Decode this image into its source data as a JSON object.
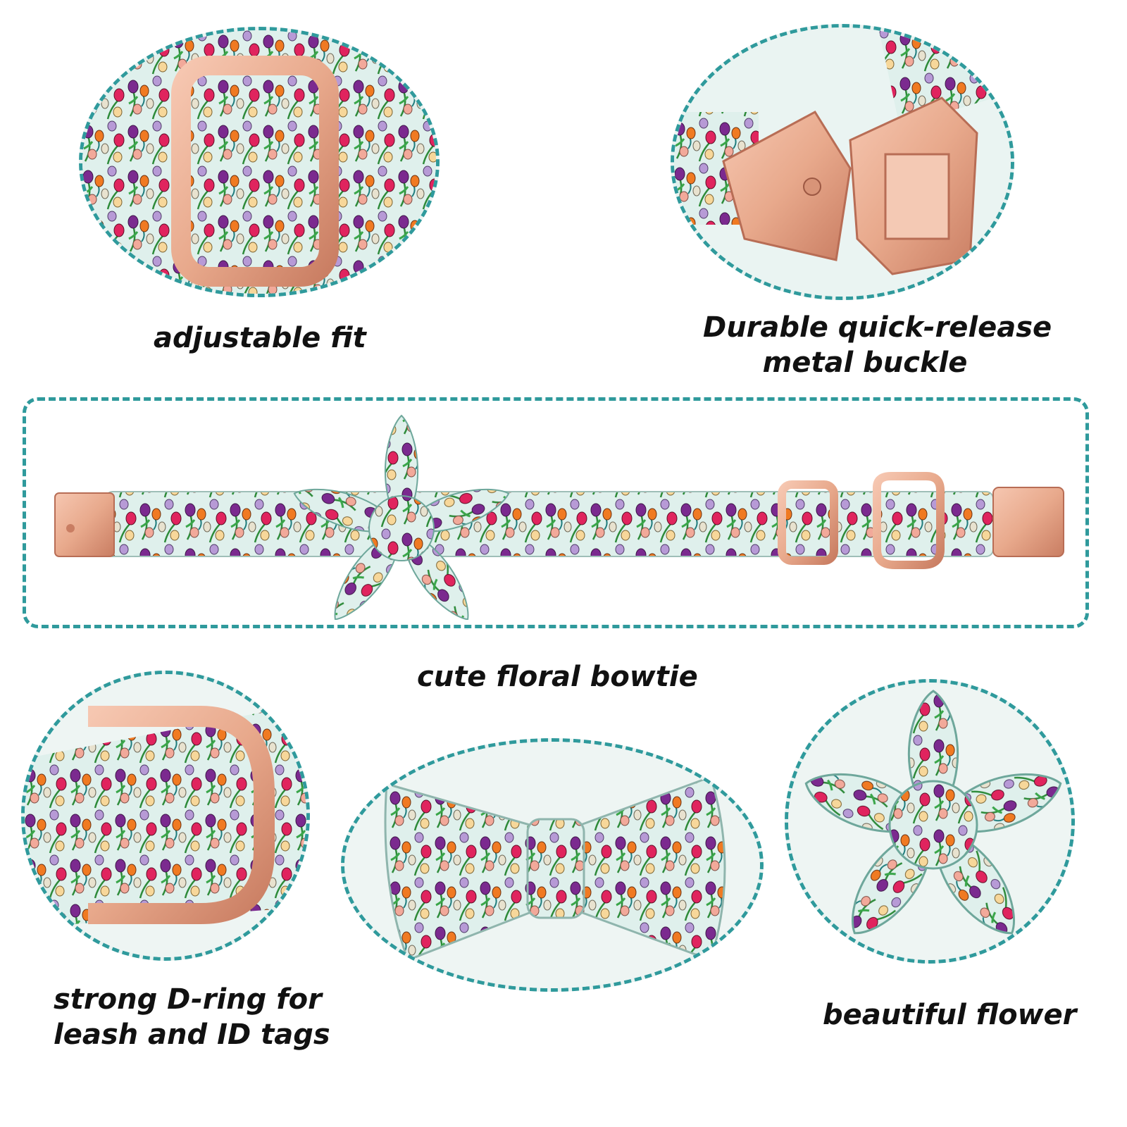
{
  "captions": {
    "adjustable": "adjustable fit",
    "buckle_line1": "Durable quick-release",
    "buckle_line2": "metal buckle",
    "bowtie": "cute floral bowtie",
    "dring_line1": "strong D-ring for",
    "dring_line2": "leash and ID tags",
    "flower": "beautiful flower"
  },
  "colors": {
    "frame_teal": "#2f9a9c",
    "fabric_base": "#dff0ec",
    "rose_gold": "#e8a98c",
    "rose_gold_dark": "#c97d62",
    "tulip_palette": [
      "#7b2a8f",
      "#e0245e",
      "#f07a22",
      "#b79ad6",
      "#f2a99a",
      "#f7d79a",
      "#e8e2cf"
    ],
    "leaf": "#2e8b3a"
  }
}
